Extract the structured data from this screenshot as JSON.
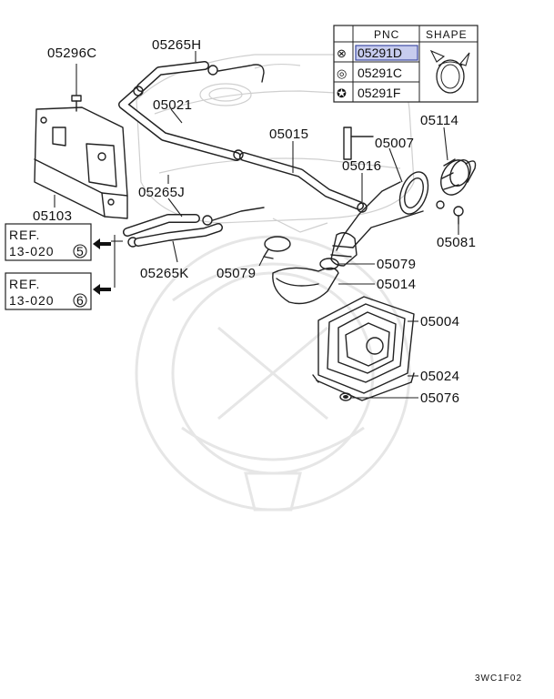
{
  "callouts": {
    "c05296C": "05296C",
    "c05265H": "05265H",
    "c05021": "05021",
    "c05015": "05015",
    "c05007": "05007",
    "c05114": "05114",
    "c05016": "05016",
    "c05103": "05103",
    "c05265J": "05265J",
    "c05081": "05081",
    "c05265K": "05265K",
    "c05079a": "05079",
    "c05079b": "05079",
    "c05014": "05014",
    "c05004": "05004",
    "c05024": "05024",
    "c05076": "05076"
  },
  "refs": [
    {
      "line1": "REF.",
      "line2": "13-020",
      "circled": "5"
    },
    {
      "line1": "REF.",
      "line2": "13-020",
      "circled": "6"
    }
  ],
  "legend": {
    "header_pnc": "PNC",
    "header_shape": "SHAPE",
    "rows": [
      {
        "symbol": "⊗",
        "code": "05291D",
        "selected": true
      },
      {
        "symbol": "◎",
        "code": "05291C",
        "selected": false
      },
      {
        "symbol": "✪",
        "code": "05291F",
        "selected": false
      }
    ]
  },
  "diagram_code": "3WC1F02"
}
